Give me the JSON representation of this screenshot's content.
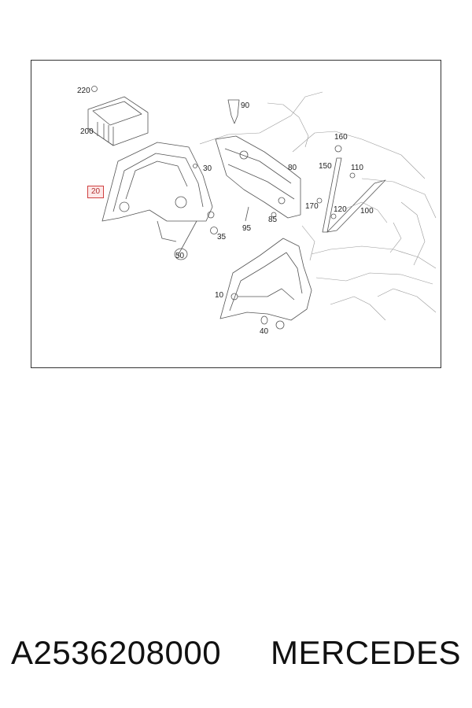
{
  "diagram": {
    "callouts": [
      {
        "id": "220",
        "label": "220"
      },
      {
        "id": "200",
        "label": "200"
      },
      {
        "id": "90",
        "label": "90"
      },
      {
        "id": "160",
        "label": "160"
      },
      {
        "id": "30",
        "label": "30"
      },
      {
        "id": "80",
        "label": "80"
      },
      {
        "id": "150",
        "label": "150"
      },
      {
        "id": "110",
        "label": "110"
      },
      {
        "id": "20",
        "label": "20",
        "highlighted": true
      },
      {
        "id": "170",
        "label": "170"
      },
      {
        "id": "120",
        "label": "120"
      },
      {
        "id": "100",
        "label": "100"
      },
      {
        "id": "85",
        "label": "85"
      },
      {
        "id": "95",
        "label": "95"
      },
      {
        "id": "35",
        "label": "35"
      },
      {
        "id": "50",
        "label": "50"
      },
      {
        "id": "10",
        "label": "10"
      },
      {
        "id": "40",
        "label": "40"
      }
    ],
    "highlight_color": "#d04040"
  },
  "caption": {
    "part_number": "A2536208000",
    "brand": "MERCEDES"
  }
}
